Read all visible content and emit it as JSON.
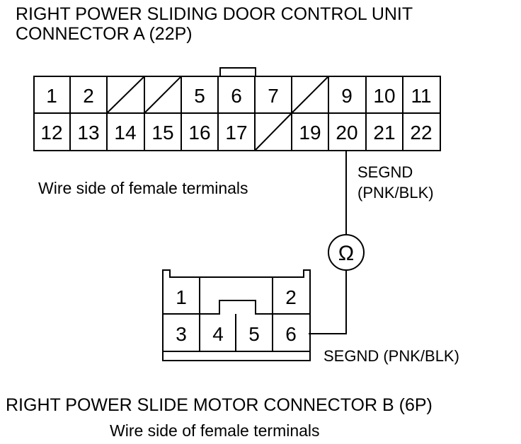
{
  "connector_a": {
    "title_line1": "RIGHT POWER SLIDING DOOR CONTROL UNIT",
    "title_line2": "CONNECTOR A (22P)",
    "caption": "Wire side of female terminals",
    "row1": [
      "1",
      "2",
      "",
      "",
      "5",
      "6",
      "7",
      "",
      "9",
      "10",
      "11"
    ],
    "row2": [
      "12",
      "13",
      "14",
      "15",
      "16",
      "17",
      "",
      "19",
      "20",
      "21",
      "22"
    ],
    "wire_label_line1": "SEGND",
    "wire_label_line2": "(PNK/BLK)"
  },
  "meter": {
    "symbol": "Ω",
    "icon": "ohmmeter-icon"
  },
  "connector_b": {
    "title": "RIGHT POWER SLIDE MOTOR CONNECTOR B (6P)",
    "caption": "Wire side of female terminals",
    "pins": [
      "1",
      "2",
      "3",
      "4",
      "5",
      "6"
    ],
    "wire_label": "SEGND (PNK/BLK)"
  }
}
